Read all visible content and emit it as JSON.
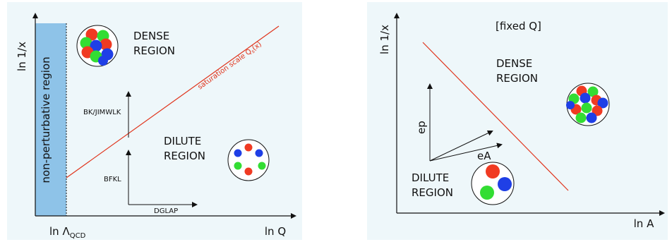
{
  "left_diagram": {
    "y_axis_label": "ln 1/x",
    "x_axis_label": "ln Q",
    "x_tick_label_main": "ln Λ",
    "x_tick_label_sub": "QCD",
    "band_label": "non-perturbative region",
    "saturation_label": "saturation scale Q",
    "saturation_label_sub": "s",
    "saturation_label_tail": "(x)",
    "dense_region_line1": "DENSE",
    "dense_region_line2": "REGION",
    "dilute_region_line1": "DILUTE",
    "dilute_region_line2": "REGION",
    "evolution_labels": {
      "upper": "BK/JIMWLK",
      "lower": "BFKL",
      "horizontal": "DGLAP"
    }
  },
  "right_diagram": {
    "y_axis_label": "ln 1/x",
    "x_axis_label": "ln A",
    "header_label": "[fixed Q]",
    "dense_region_line1": "DENSE",
    "dense_region_line2": "REGION",
    "dilute_region_line1": "DILUTE",
    "dilute_region_line2": "REGION",
    "evolution_labels": {
      "vertical": "ep",
      "diagonal": "eA"
    }
  },
  "colors": {
    "panel_background": "#eef7fa",
    "band": "#8ec3e8",
    "saturation_line": "#e0341c",
    "gluon_red": "#f03a22",
    "gluon_green": "#33dd33",
    "gluon_blue": "#1f3fe6"
  }
}
